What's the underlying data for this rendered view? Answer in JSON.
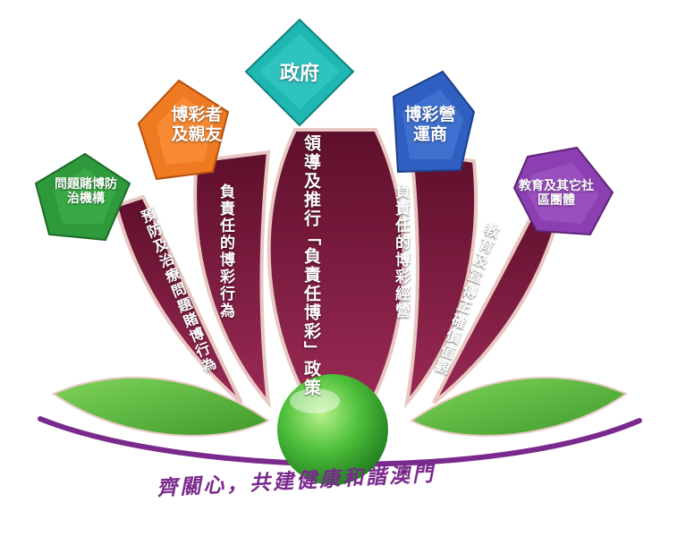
{
  "nodes": {
    "government": {
      "label": "政府",
      "color": "#1fb7b2"
    },
    "gamblers_family": {
      "label": "博彩者及親友",
      "color": "#f07a22"
    },
    "operators": {
      "label": "博彩營運商",
      "color": "#2f5fc0"
    },
    "treatment_agencies": {
      "label": "問題賭博防治機構",
      "color": "#2f9a3c"
    },
    "education_community": {
      "label": "教育及其它社區團體",
      "color": "#8b3fb0"
    }
  },
  "petals": {
    "government": "領導及推行「負責任博彩」政策",
    "gamblers_family": "負責任的博彩行為",
    "operators": "負責任的博彩經營",
    "treatment_agencies": "預防及治療問題賭博行為",
    "education_community": "教育及宣傳正確價值觀"
  },
  "slogan": "齊關心，共建健康和諧澳門",
  "colors": {
    "petal": "#6e1634",
    "petal_edge": "#e8c7c2",
    "leaf": "#5fbf3e",
    "ball": "#3fae34",
    "slogan_arc": "#7a2a8c"
  }
}
